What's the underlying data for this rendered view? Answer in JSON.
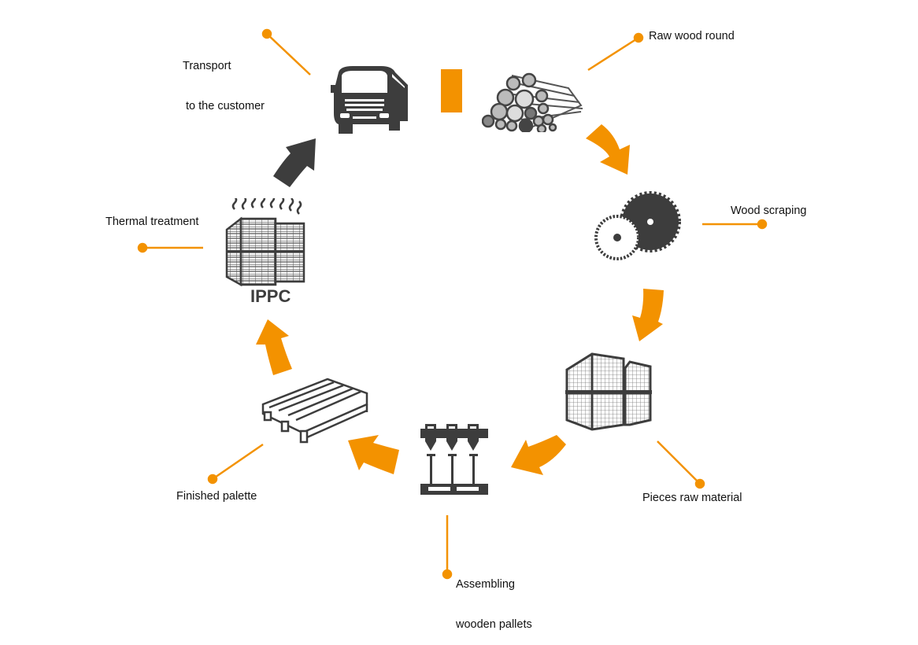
{
  "title": "Wooden pallet production cycle",
  "colors": {
    "accent": "#f39200",
    "icon": "#3d3d3d",
    "text": "#111111",
    "background": "#ffffff"
  },
  "stages": [
    {
      "id": "raw-wood",
      "label": "Raw wood round",
      "icon": "log-pile-icon"
    },
    {
      "id": "scraping",
      "label": "Wood scraping",
      "icon": "saw-blade-icon"
    },
    {
      "id": "pieces",
      "label": "Pieces raw material",
      "icon": "lumber-stack-icon"
    },
    {
      "id": "assembling",
      "label_line1": "Assembling",
      "label_line2": "wooden pallets",
      "icon": "nail-gun-icon"
    },
    {
      "id": "finished",
      "label": "Finished palette",
      "icon": "pallet-icon"
    },
    {
      "id": "thermal",
      "label": "Thermal treatment",
      "icon": "heat-treated-pallets-icon",
      "badge": "IPPC"
    },
    {
      "id": "transport",
      "label_line1": "Transport",
      "label_line2": " to the customer",
      "icon": "truck-icon"
    }
  ],
  "flow": [
    "raw-wood",
    "scraping",
    "pieces",
    "assembling",
    "finished",
    "thermal",
    "transport",
    "raw-wood"
  ]
}
